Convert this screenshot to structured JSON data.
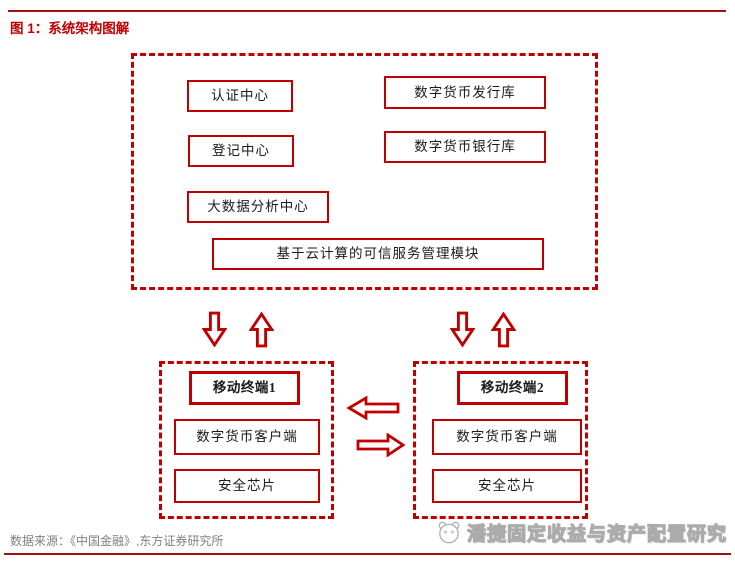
{
  "page": {
    "title": "图 1：系统架构图解",
    "source": "数据来源：《中国金融》,东方证券研究所",
    "watermark": "潘捷固定收益与资产配置研究"
  },
  "colors": {
    "accent_red": "#C00000",
    "rule_red": "#A01010",
    "box_text": "#1A1A1A",
    "source_gray": "#7F7F7F",
    "watermark_gray": "#ABABAB"
  },
  "icons": {
    "arrow_down": "hollow-block-arrow-down ⇩",
    "arrow_up": "hollow-block-arrow-up ⇧",
    "arrow_left": "hollow-block-arrow-left ⇦",
    "arrow_right": "hollow-block-arrow-right ⇨",
    "logo": "panda-face-outline"
  },
  "diagram": {
    "backend_boxes": [
      "认证中心",
      "数字货币发行库",
      "登记中心",
      "数字货币银行库",
      "大数据分析中心",
      "基于云计算的可信服务管理模块"
    ],
    "terminals": [
      {
        "title": "移动终端1",
        "items": [
          "数字货币客户端",
          "安全芯片"
        ]
      },
      {
        "title": "移动终端2",
        "items": [
          "数字货币客户端",
          "安全芯片"
        ]
      }
    ]
  }
}
